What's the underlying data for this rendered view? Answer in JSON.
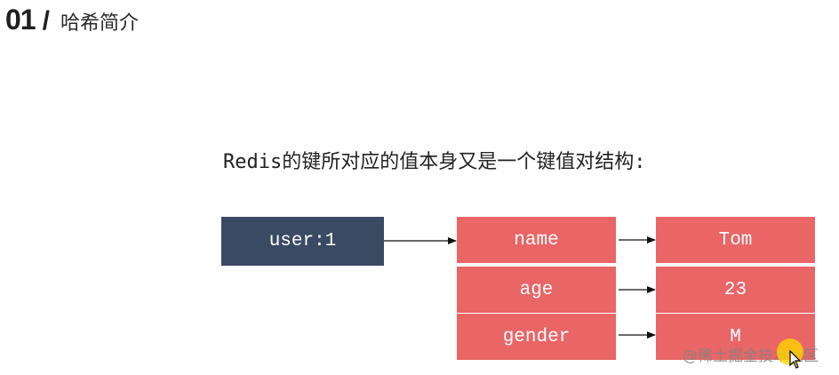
{
  "header": {
    "number": "01",
    "slash": "/",
    "title": "哈希简介"
  },
  "description": "Redis的键所对应的值本身又是一个键值对结构:",
  "diagram": {
    "key": "user:1",
    "fields": [
      "name",
      "age",
      "gender"
    ],
    "values": [
      "Tom",
      "23",
      "M"
    ],
    "colors": {
      "key_box": "#3b4a63",
      "hash_box": "#e96566",
      "text": "#ffffff"
    }
  },
  "watermark": "@稀土掘金技术社区"
}
